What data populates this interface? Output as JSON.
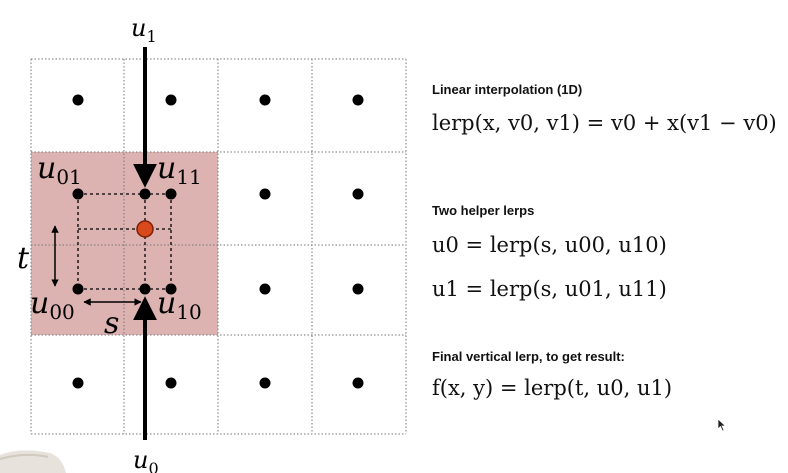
{
  "diagram": {
    "label_u1": "u",
    "label_u1_sub": "1",
    "label_u0": "u",
    "label_u0_sub": "0",
    "label_u01": "u",
    "label_u01_sub": "01",
    "label_u11": "u",
    "label_u11_sub": "11",
    "label_u00": "u",
    "label_u00_sub": "00",
    "label_u10": "u",
    "label_u10_sub": "10",
    "label_s": "s",
    "label_t": "t",
    "colors": {
      "cell_highlight": "#dcb3b1",
      "sample_point": "#d84a1b",
      "dot": "#000000",
      "grid_line": "#777777"
    }
  },
  "sections": {
    "linear": {
      "heading": "Linear interpolation (1D)",
      "equation": "lerp(x, v0, v1) = v0 + x(v1 − v0)"
    },
    "helpers": {
      "heading": "Two helper lerps",
      "equation_u0": "u0 = lerp(s, u00, u10)",
      "equation_u1": "u1 = lerp(s, u01, u11)"
    },
    "final": {
      "heading": "Final vertical lerp, to get result:",
      "equation": "f(x, y) = lerp(t, u0, u1)"
    }
  }
}
